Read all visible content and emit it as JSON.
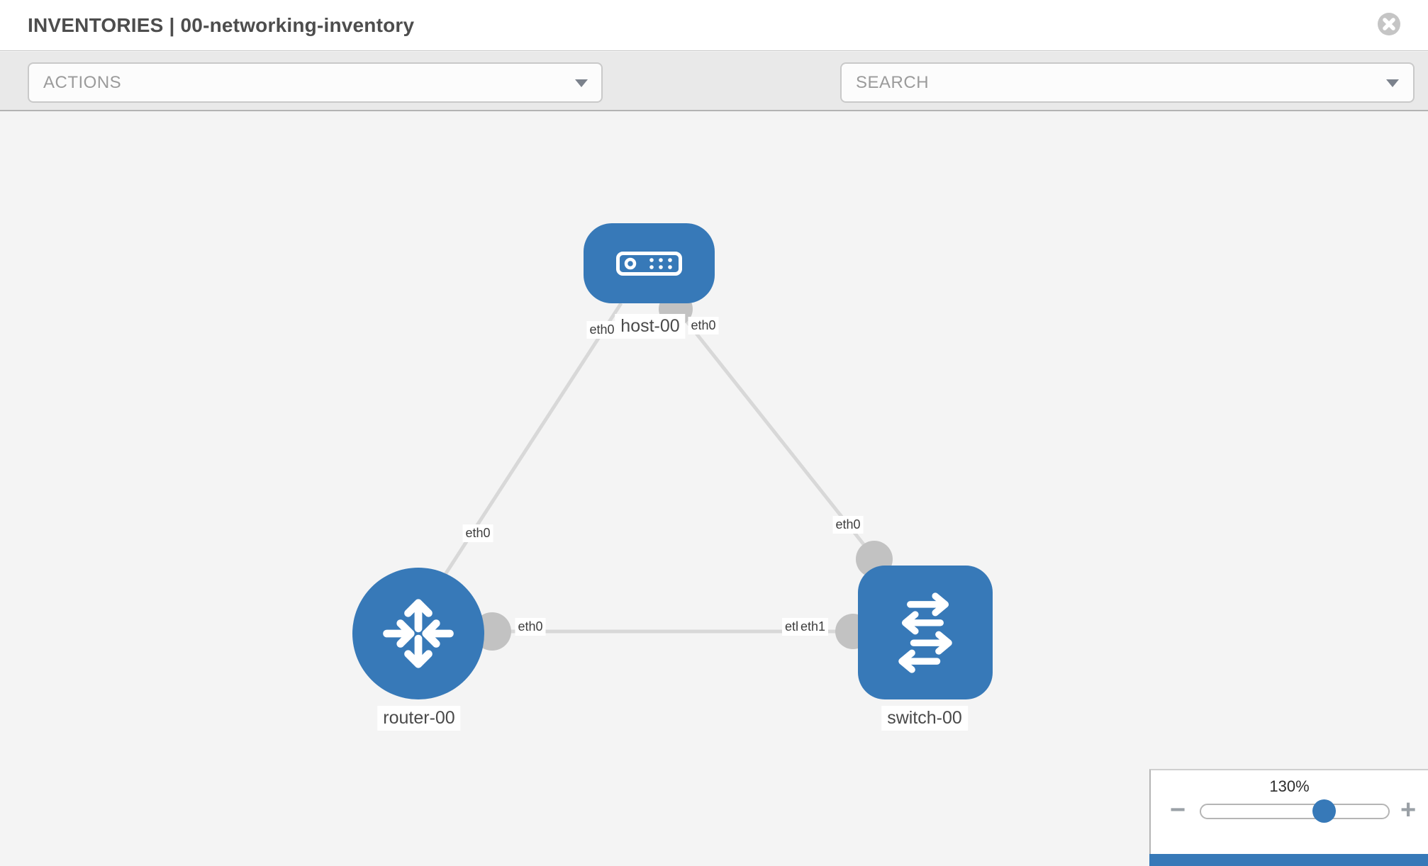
{
  "header": {
    "section": "INVENTORIES",
    "separator": "|",
    "inventory_name": "00-networking-inventory",
    "title": "INVENTORIES | 00-networking-inventory"
  },
  "toolbar": {
    "actions_placeholder": "ACTIONS",
    "search_placeholder": "SEARCH",
    "tools": [
      {
        "icon": "wrench"
      },
      {
        "icon": "key"
      }
    ]
  },
  "topology": {
    "devices": [
      {
        "id": "host-00",
        "type": "host",
        "label": "host-00",
        "icon": "server-icon"
      },
      {
        "id": "router-00",
        "type": "router",
        "label": "router-00",
        "icon": "router-arrows-icon"
      },
      {
        "id": "switch-00",
        "type": "switch",
        "label": "switch-00",
        "icon": "switch-arrows-icon"
      }
    ],
    "links": [
      {
        "from": "host-00",
        "from_interface": "eth0",
        "to": "router-00",
        "to_interface": "eth0"
      },
      {
        "from": "host-00",
        "from_interface": "eth0",
        "to": "switch-00",
        "to_interface": "eth0"
      },
      {
        "from": "router-00",
        "from_interface": "eth0",
        "to": "switch-00",
        "to_interface": "eth1"
      }
    ],
    "iface_labels": [
      {
        "text": "eth0"
      },
      {
        "text": "eth0"
      },
      {
        "text": "eth0"
      },
      {
        "text": "eth0"
      },
      {
        "text": "eth0"
      },
      {
        "text": "eth0"
      },
      {
        "text": "eth1"
      }
    ],
    "colors": {
      "node": "#3779b8",
      "link": "#d8d8d8",
      "connector": "#c2c2c2",
      "label_bg": "#ffffff"
    }
  },
  "zoom_widget": {
    "level": "130%",
    "minus_label": "−",
    "plus_label": "+"
  }
}
